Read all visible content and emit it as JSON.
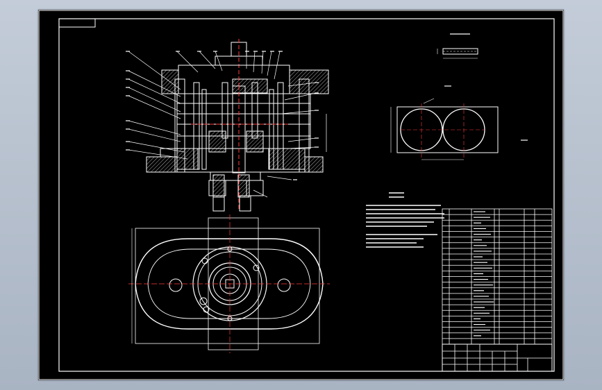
{
  "drawing": {
    "background": "#000000",
    "line_color": "#ffffff",
    "accent_color": "#ff3b3b",
    "paper_color": "#b3bccb",
    "bom_row_count": 24,
    "bom_column_count": 6,
    "title_block_cells": 14
  }
}
